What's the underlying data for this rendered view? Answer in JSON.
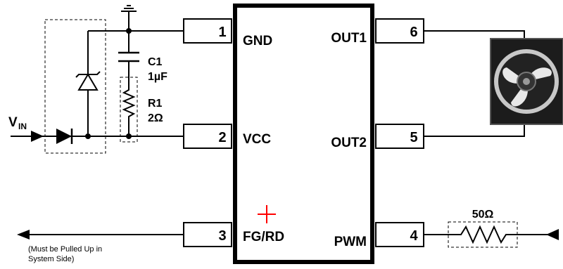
{
  "ic": {
    "pins": [
      {
        "number": "1",
        "label": "GND"
      },
      {
        "number": "2",
        "label": "VCC"
      },
      {
        "number": "3",
        "label": "FG/RD"
      },
      {
        "number": "4",
        "label": "PWM"
      },
      {
        "number": "5",
        "label": "OUT2"
      },
      {
        "number": "6",
        "label": "OUT1"
      }
    ]
  },
  "components": {
    "c1": {
      "name": "C1",
      "value": "1µF"
    },
    "r1": {
      "name": "R1",
      "value": "2Ω"
    },
    "r_pwm": {
      "value": "50Ω"
    }
  },
  "input": {
    "label": "V",
    "subscript": "IN"
  },
  "note": {
    "line1": "(Must be Pulled Up in",
    "line2": "System Side)"
  },
  "colors": {
    "marker": "#ff0000",
    "line": "#000000"
  }
}
